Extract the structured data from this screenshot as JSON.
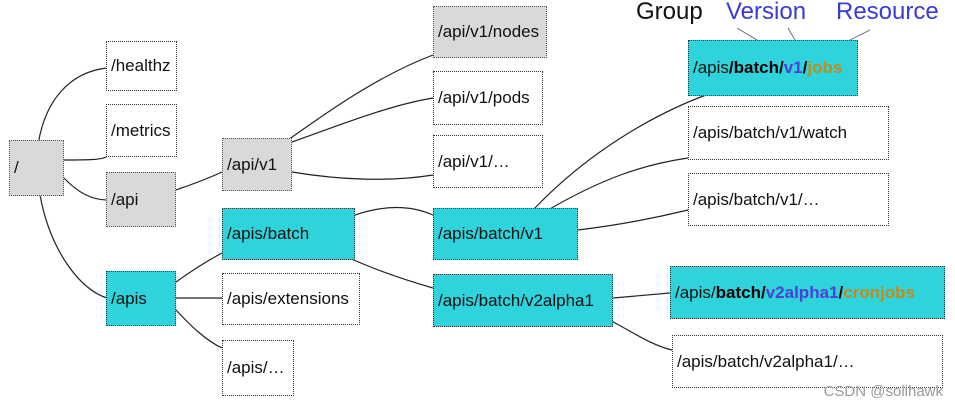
{
  "legend": {
    "group": "Group",
    "version": "Version",
    "resource": "Resource",
    "group_color": "#111111",
    "version_color": "#3a3ad8",
    "resource_color": "#3a3ad8"
  },
  "nodes": {
    "root": "/",
    "healthz": "/healthz",
    "metrics": "/metrics",
    "api": "/api",
    "apis": "/apis",
    "api_v1": "/api/v1",
    "api_v1_nodes": "/api/v1/nodes",
    "api_v1_pods": "/api/v1/pods",
    "api_v1_more": "/api/v1/…",
    "apis_batch": "/apis/batch",
    "apis_extensions": "/apis/extensions",
    "apis_more": "/apis/…",
    "apis_batch_v1": "/apis/batch/v1",
    "apis_batch_v2alpha1": "/apis/batch/v2alpha1",
    "jobs_path": {
      "prefix": "/apis",
      "group": "/batch/",
      "version": "v1",
      "sep": "/",
      "resource": "jobs"
    },
    "batch_v1_watch": "/apis/batch/v1/watch",
    "batch_v1_more": "/apis/batch/v1/…",
    "cronjobs_path": {
      "prefix": "/apis/",
      "group": "batch",
      "sep1": "/",
      "version": "v2alpha1",
      "sep2": "/",
      "resource": "cronjobs"
    },
    "batch_v2alpha1_more": "/apis/batch/v2alpha1/…"
  },
  "colors": {
    "cyan": "#2ed3db",
    "gray": "#d9d9d9",
    "version_text": "#4b40d8",
    "resource_text": "#c48a1a"
  },
  "watermark": "CSDN @solihawk"
}
